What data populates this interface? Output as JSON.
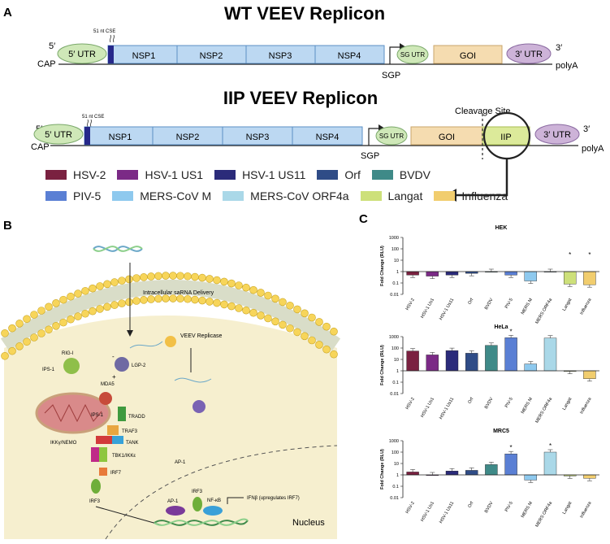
{
  "panel_a": {
    "letter": "A",
    "wt": {
      "title": "WT VEEV Replicon",
      "five_prime": "5′",
      "cap": "CAP",
      "utr5": "5′ UTR",
      "cse": "51 nt CSE",
      "nsps": [
        "NSP1",
        "NSP2",
        "NSP3",
        "NSP4"
      ],
      "sg_utr": "SG UTR",
      "goi": "GOI",
      "utr3": "3′ UTR",
      "three_prime": "3′",
      "polya": "polyA",
      "sgp": "SGP"
    },
    "iip": {
      "title": "IIP VEEV Replicon",
      "five_prime": "5′",
      "cap": "CAP",
      "utr5": "5′ UTR",
      "cse": "51 nt CSE",
      "nsps": [
        "NSP1",
        "NSP2",
        "NSP3",
        "NSP4"
      ],
      "sg_utr": "SG UTR",
      "goi": "GOI",
      "iip_label": "IIP",
      "utr3": "3′ UTR",
      "three_prime": "3′",
      "polya": "polyA",
      "sgp": "SGP",
      "cleavage_site": "Cleavage Site"
    },
    "legend": [
      {
        "name": "HSV-2",
        "color": "#7a2140"
      },
      {
        "name": "HSV-1 US1",
        "color": "#7b2a86"
      },
      {
        "name": "HSV-1 US11",
        "color": "#2b2b7a"
      },
      {
        "name": "Orf",
        "color": "#2f4c87"
      },
      {
        "name": "BVDV",
        "color": "#3f8a88"
      },
      {
        "name": "PIV-5",
        "color": "#5a7fd4"
      },
      {
        "name": "MERS-CoV M",
        "color": "#8ec9ee"
      },
      {
        "name": "MERS-CoV ORF4a",
        "color": "#aad8e8"
      },
      {
        "name": "Langat",
        "color": "#cde07a"
      },
      {
        "name": "Influenza",
        "color": "#f1cd6e"
      }
    ]
  },
  "panel_b": {
    "letter": "B",
    "delivery": "Intracellular saRNA Delivery",
    "veev_replicase": "VEEV Replicase",
    "labels": {
      "rig": "RIG-I",
      "ips1a": "IPS-1",
      "lgp2": "LGP-2",
      "mda5": "MDA5",
      "ips1b": "IPS-1",
      "tradd": "TRADD",
      "traf3": "TRAF3",
      "ikk": "IKKγ/NEMO",
      "tank": "TANK",
      "tbk": "TBK1/IKKε",
      "irf7": "IRF7",
      "ap1a": "AP-1",
      "irf3a": "IRF3",
      "ap1b": "AP-1",
      "irf3b": "IRF3",
      "nfkb": "NF-κB",
      "ifnb": "IFNβ (upregulates IRF7)",
      "nucleus": "Nucleus",
      "minus": "-",
      "plus": "+"
    }
  },
  "panel_c": {
    "letter": "C",
    "ylabel": "Fold Change (RLU)",
    "yticks": [
      "1000",
      "100",
      "10",
      "1",
      "0.1",
      "0.01"
    ],
    "categories": [
      "HSV-2",
      "HSV-1 Us1",
      "HSV-1 Us11",
      "Orf",
      "BVDV",
      "PIV-5",
      "MERS M",
      "MERS ORF4a",
      "Langat",
      "Influenza"
    ],
    "colors": [
      "#7a2140",
      "#7b2a86",
      "#2b2b7a",
      "#2f4c87",
      "#3f8a88",
      "#5a7fd4",
      "#8ec9ee",
      "#aad8e8",
      "#cde07a",
      "#f1cd6e"
    ],
    "star": "*"
  },
  "chart_data": [
    {
      "type": "bar",
      "title": "HEK",
      "ylabel": "Fold Change (RLU)",
      "yscale": "log",
      "ylim": [
        0.01,
        1000
      ],
      "categories": [
        "HSV-2",
        "HSV-1 Us1",
        "HSV-1 Us11",
        "Orf",
        "BVDV",
        "PIV-5",
        "MERS M",
        "MERS ORF4a",
        "Langat",
        "Influenza"
      ],
      "values": [
        0.5,
        0.4,
        0.5,
        0.7,
        1,
        0.5,
        0.15,
        1,
        0.08,
        0.07
      ],
      "significant": [
        false,
        false,
        false,
        false,
        false,
        false,
        false,
        false,
        true,
        true
      ]
    },
    {
      "type": "bar",
      "title": "HeLa",
      "ylabel": "Fold Change (RLU)",
      "yscale": "log",
      "ylim": [
        0.01,
        1000
      ],
      "categories": [
        "HSV-2",
        "HSV-1 Us1",
        "HSV-1 Us11",
        "Orf",
        "BVDV",
        "PIV-5",
        "MERS M",
        "MERS ORF4a",
        "Langat",
        "Influenza"
      ],
      "values": [
        55,
        25,
        60,
        35,
        170,
        800,
        4,
        750,
        0.9,
        0.2
      ],
      "significant": [
        false,
        false,
        false,
        false,
        false,
        true,
        false,
        false,
        false,
        false
      ]
    },
    {
      "type": "bar",
      "title": "MRC5",
      "ylabel": "Fold Change (RLU)",
      "yscale": "log",
      "ylim": [
        0.01,
        1000
      ],
      "categories": [
        "HSV-2",
        "HSV-1 Us1",
        "HSV-1 Us11",
        "Orf",
        "BVDV",
        "PIV-5",
        "MERS M",
        "MERS ORF4a",
        "Langat",
        "Influenza"
      ],
      "values": [
        1.8,
        1,
        2.2,
        2.5,
        8,
        70,
        0.35,
        100,
        0.8,
        0.5
      ],
      "significant": [
        false,
        false,
        false,
        false,
        false,
        true,
        false,
        true,
        false,
        false
      ]
    }
  ]
}
